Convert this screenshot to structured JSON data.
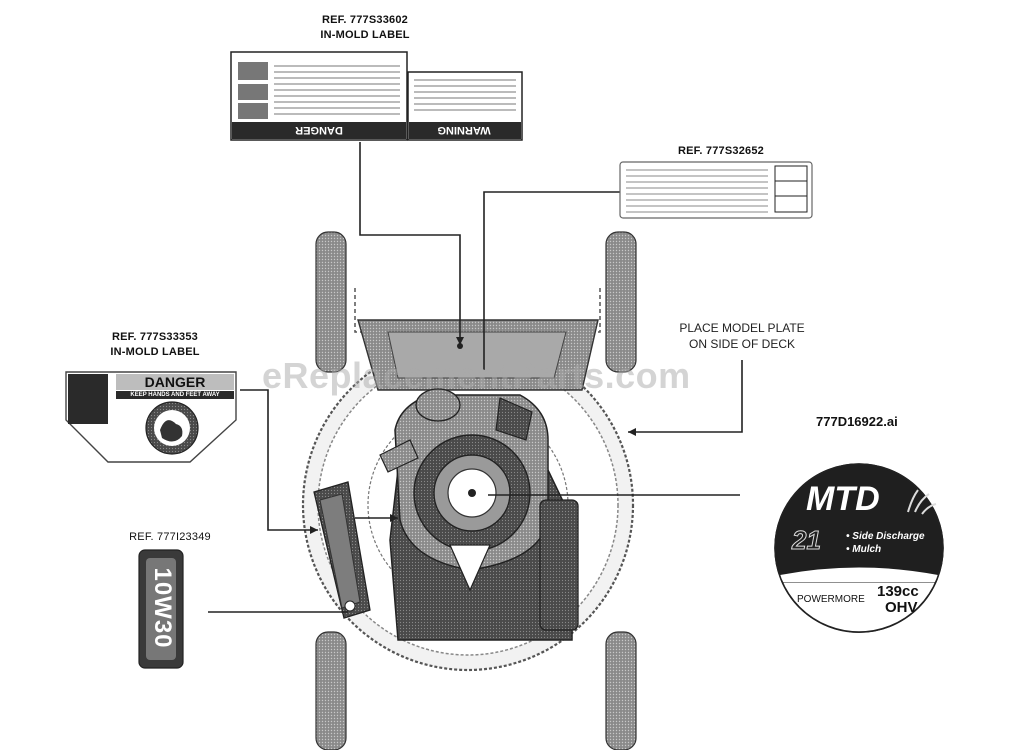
{
  "labels": {
    "top_ref": "REF. 777S33602",
    "top_sub": "IN-MOLD LABEL",
    "right_ref": "REF. 777S32652",
    "left_ref": "REF. 777S33353",
    "left_sub": "IN-MOLD LABEL",
    "oil_ref": "REF. 777I23349",
    "place_line1": "PLACE MODEL PLATE",
    "place_line2": "ON SIDE OF DECK",
    "filename": "777D16922.ai"
  },
  "decals": {
    "danger_word": "DANGER",
    "warning_word": "WARNING",
    "danger_banner": "DANGER",
    "danger_tagline": "KEEP HANDS AND FEET AWAY",
    "oil_text": "10W30",
    "mtd_brand": "MTD",
    "deck_size": "21",
    "feature_1": "• Side Discharge",
    "feature_2": "• Mulch",
    "engine_brand": "POWERMORE",
    "engine_cc": "139cc",
    "engine_type": "OHV"
  },
  "watermark": "eReplacementParts.com",
  "colors": {
    "line": "#222222",
    "fill_dark": "#3a3a3a",
    "fill_mid": "#6b6b6b",
    "fill_light": "#bdbdbd"
  }
}
